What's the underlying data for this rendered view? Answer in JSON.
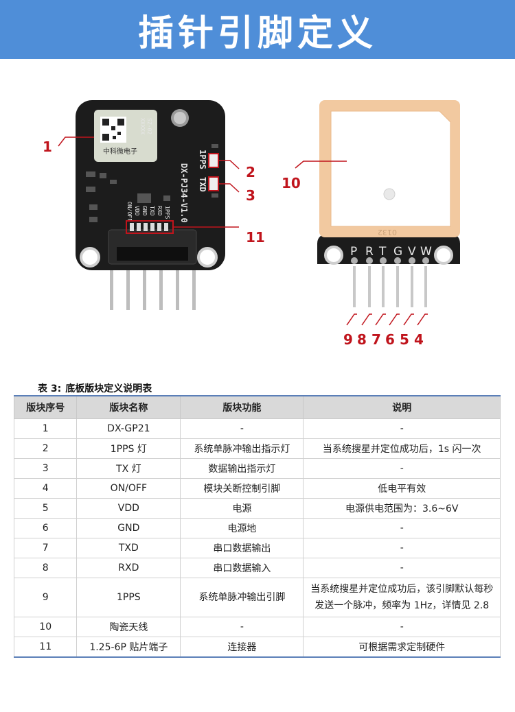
{
  "header": {
    "title": "插针引脚定义"
  },
  "diagram": {
    "left_board": {
      "board_label": "DX-PJ34-V1.0",
      "pps_label": "1PPS",
      "txd_label": "TXD",
      "pin_labels": [
        "ON/OFF",
        "VDD",
        "GND",
        "TXD",
        "RXD",
        "1PPS"
      ],
      "module_text": [
        "XXXXX",
        "SZ-02"
      ],
      "module_brand": "中科微电子"
    },
    "right_board": {
      "pin_letters": [
        "P",
        "R",
        "T",
        "G",
        "V",
        "W"
      ],
      "code_text": "0132"
    },
    "callouts": {
      "c1": "1",
      "c2": "2",
      "c3": "3",
      "c11": "11",
      "c10": "10",
      "pins": [
        "9",
        "8",
        "7",
        "6",
        "5",
        "4"
      ]
    },
    "colors": {
      "callout": "#c0141c",
      "pcb": "#1c1c1c",
      "antenna_border": "#f2c9a0",
      "antenna_face": "#ffffff"
    }
  },
  "table": {
    "caption_prefix": "表 3:",
    "caption_text": "底板版块定义说明表",
    "headers": [
      "版块序号",
      "版块名称",
      "版块功能",
      "说明"
    ],
    "rows": [
      {
        "no": "1",
        "name": "DX-GP21",
        "func": "-",
        "desc": "-"
      },
      {
        "no": "2",
        "name": "1PPS 灯",
        "func": "系统单脉冲输出指示灯",
        "desc": "当系统搜星并定位成功后，1s 闪一次"
      },
      {
        "no": "3",
        "name": "TX 灯",
        "func": "数据输出指示灯",
        "desc": "-"
      },
      {
        "no": "4",
        "name": "ON/OFF",
        "func": "模块关断控制引脚",
        "desc": "低电平有效"
      },
      {
        "no": "5",
        "name": "VDD",
        "func": "电源",
        "desc": "电源供电范围为：3.6~6V"
      },
      {
        "no": "6",
        "name": "GND",
        "func": "电源地",
        "desc": "-"
      },
      {
        "no": "7",
        "name": "TXD",
        "func": "串口数据输出",
        "desc": "-"
      },
      {
        "no": "8",
        "name": "RXD",
        "func": "串口数据输入",
        "desc": "-"
      },
      {
        "no": "9",
        "name": "1PPS",
        "func": "系统单脉冲输出引脚",
        "desc": "当系统搜星并定位成功后，该引脚默认每秒发送一个脉冲，频率为 1Hz，详情见 2.8",
        "desc_lines": [
          "当系统搜星并定位成功后，该引脚默认每秒",
          "发送一个脉冲，频率为 1Hz，详情见 2.8"
        ]
      },
      {
        "no": "10",
        "name": "陶瓷天线",
        "func": "-",
        "desc": "-"
      },
      {
        "no": "11",
        "name": "1.25-6P 贴片端子",
        "func": "连接器",
        "desc": "可根据需求定制硬件"
      }
    ]
  }
}
